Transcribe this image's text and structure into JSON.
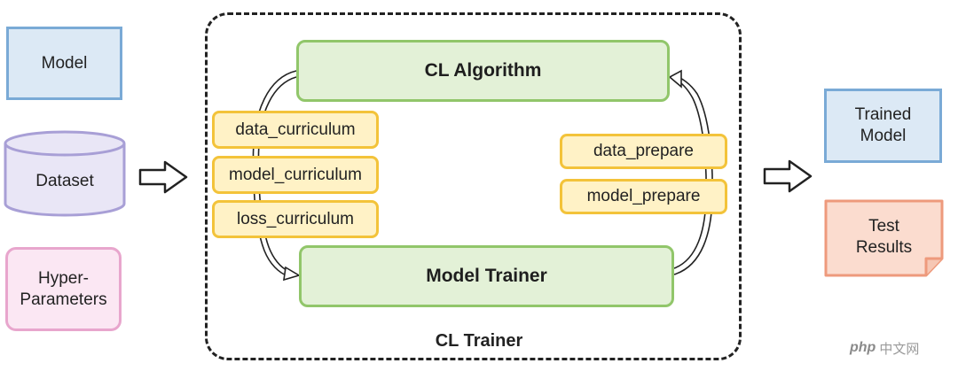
{
  "inputs": {
    "model": "Model",
    "dataset": "Dataset",
    "hyper_line1": "Hyper-",
    "hyper_line2": "Parameters"
  },
  "trainer": {
    "label": "CL Trainer",
    "cl_algorithm": "CL Algorithm",
    "model_trainer": "Model Trainer",
    "left_tags": [
      "data_curriculum",
      "model_curriculum",
      "loss_curriculum"
    ],
    "right_tags": [
      "data_prepare",
      "model_prepare"
    ]
  },
  "outputs": {
    "trained_line1": "Trained",
    "trained_line2": "Model",
    "test_line1": "Test",
    "test_line2": "Results"
  },
  "watermark": {
    "logo": "php",
    "text": "中文网"
  },
  "colors": {
    "blue_fill": "#dce9f5",
    "blue_border": "#7aaad6",
    "purple_fill": "#e9e6f6",
    "purple_border": "#a89fd6",
    "pink_fill": "#fbe7f3",
    "pink_border": "#e8a6cd",
    "green_fill": "#e3f1d7",
    "green_border": "#91c66a",
    "yellow_fill": "#fff2c6",
    "yellow_border": "#f3c33a",
    "orange_fill": "#fbdccf",
    "orange_border": "#ee9a7c"
  }
}
